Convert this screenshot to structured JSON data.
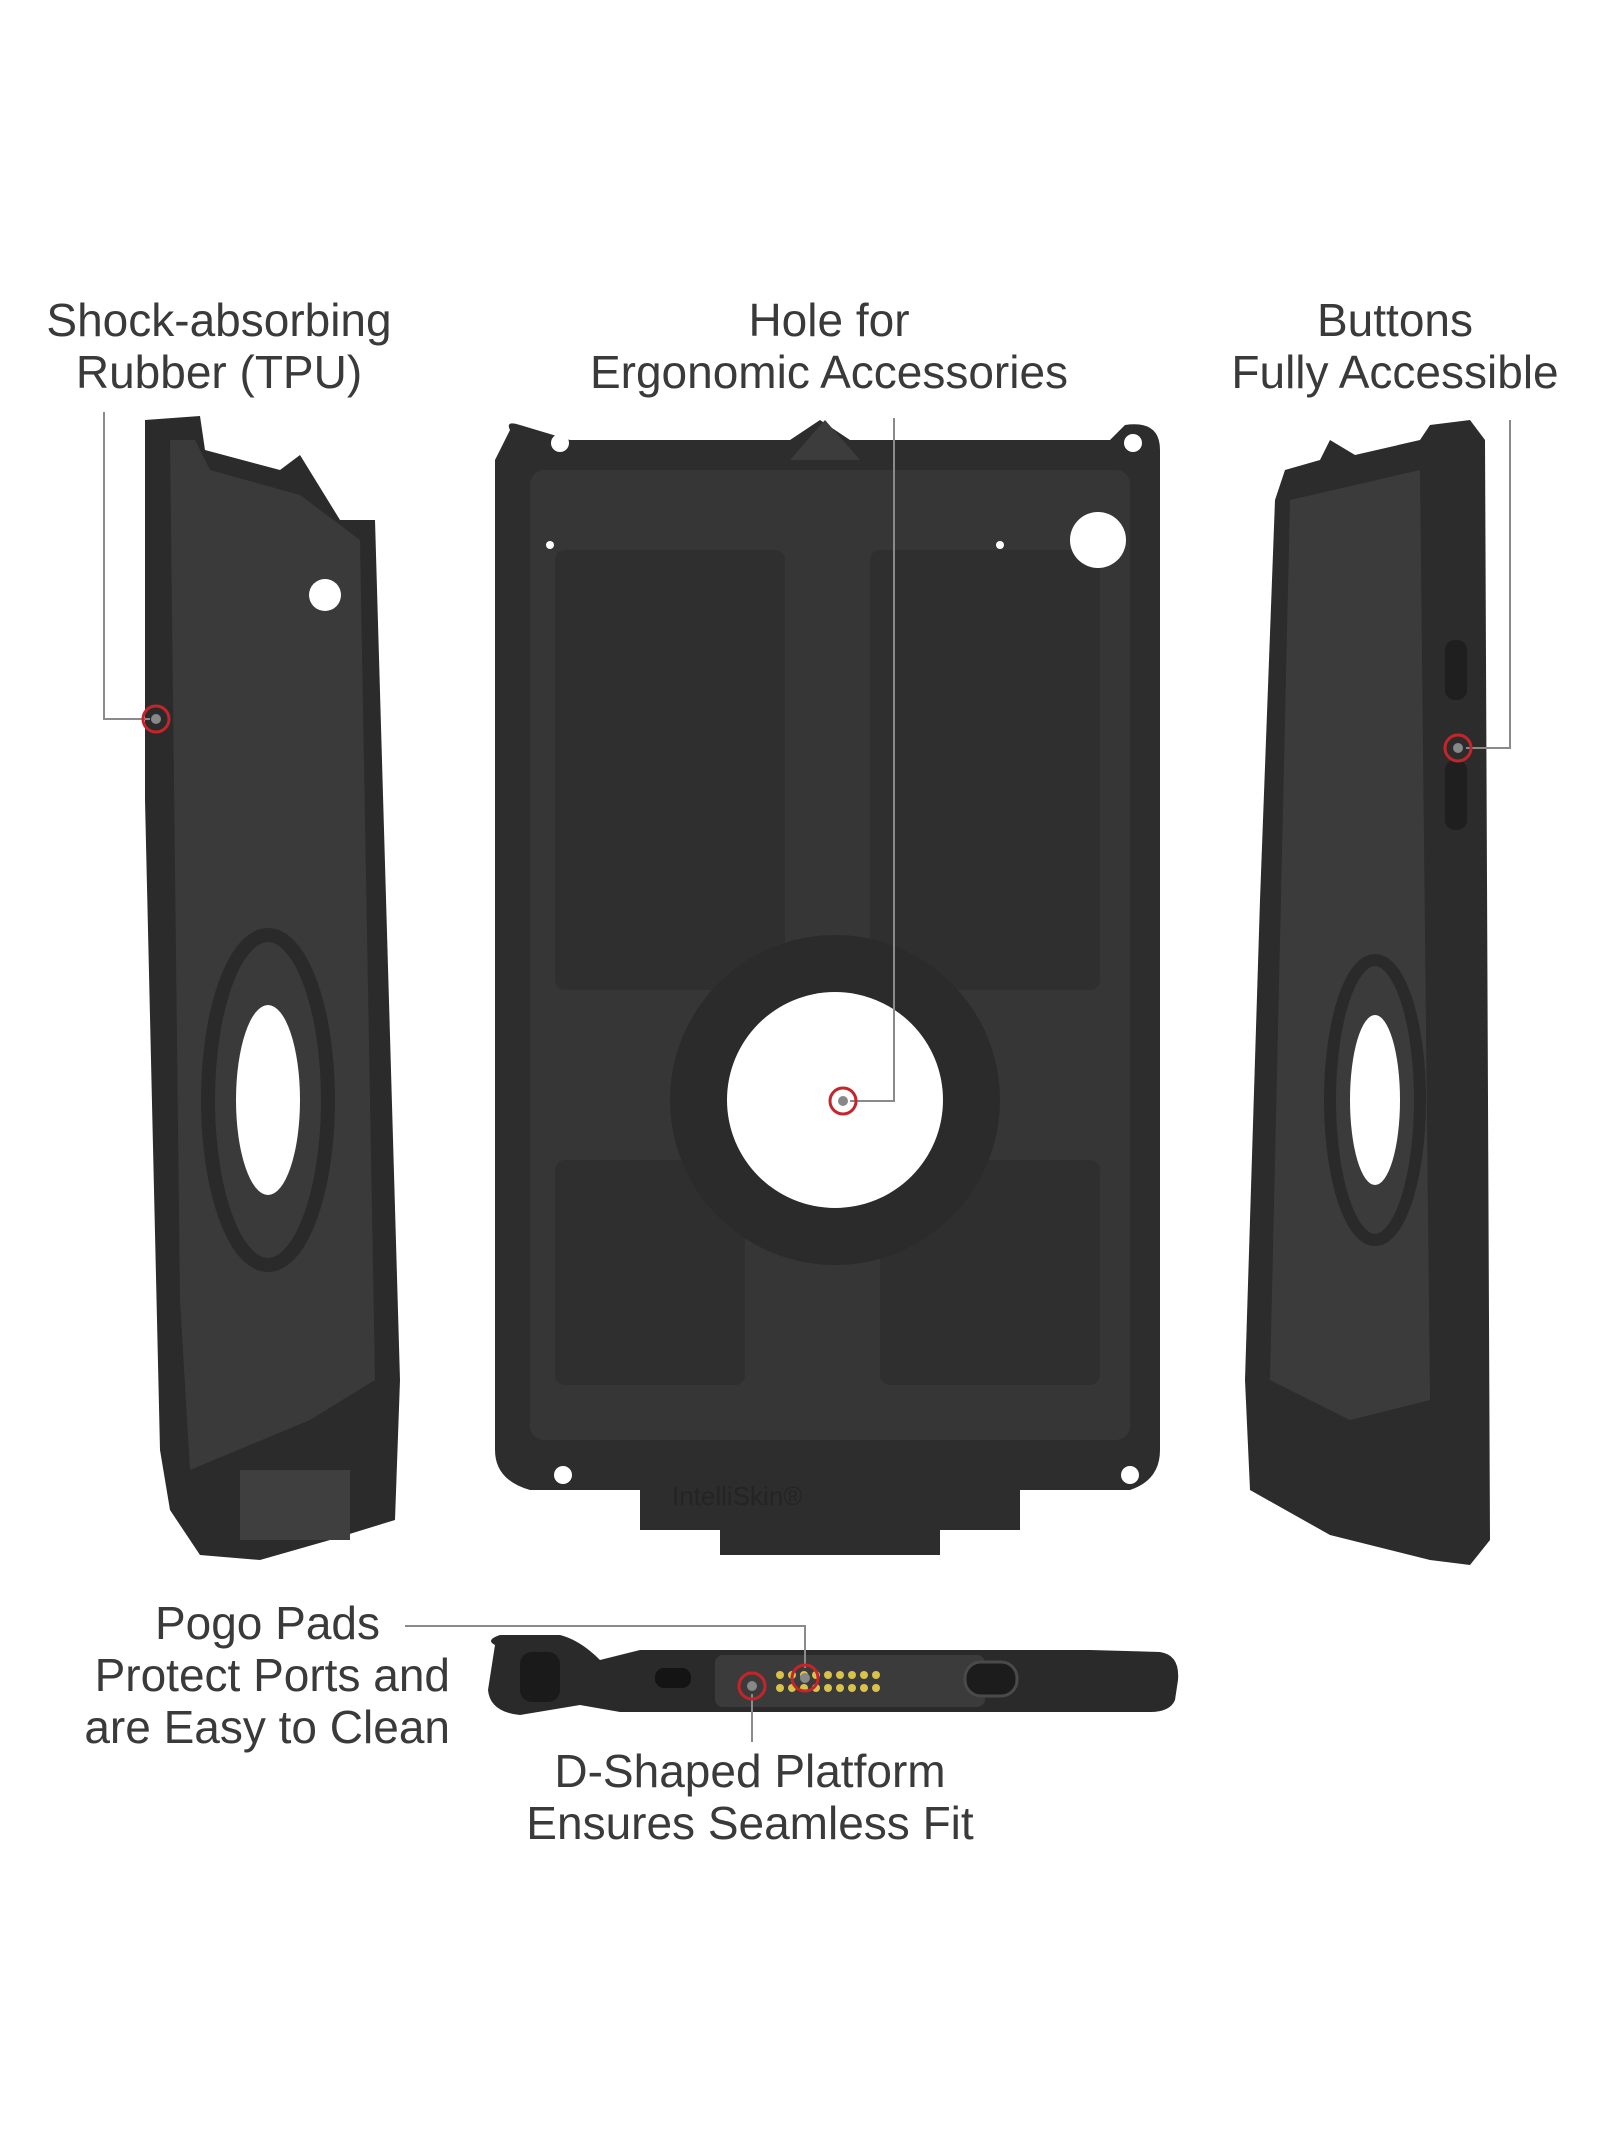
{
  "callouts": {
    "shock": {
      "line1": "Shock-absorbing",
      "line2": "Rubber (TPU)"
    },
    "hole": {
      "line1": "Hole for",
      "line2": "Ergonomic Accessories"
    },
    "buttons": {
      "line1": "Buttons",
      "line2": "Fully Accessible"
    },
    "pogo": {
      "line1": "Pogo Pads",
      "line2": "Protect Ports and",
      "line3": "are Easy to Clean"
    },
    "dshape": {
      "line1": "D-Shaped Platform",
      "line2": "Ensures Seamless Fit"
    }
  },
  "product": {
    "logo": "IntelliSkin®"
  },
  "colors": {
    "case": "#2e2e2e",
    "case_light": "#454545",
    "callout_line": "#8a8a8a",
    "marker": "#c4252b",
    "pogo": "#d9c24a"
  }
}
